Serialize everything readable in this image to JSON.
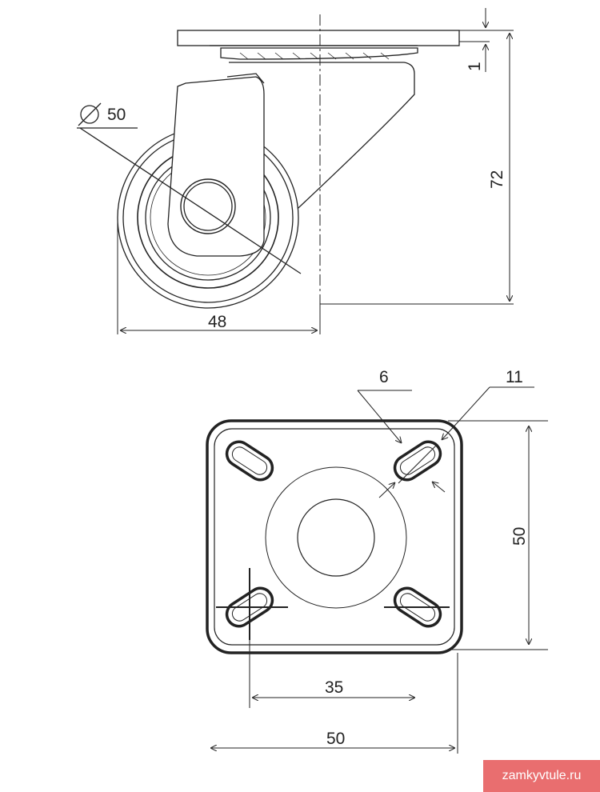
{
  "side_view": {
    "dim_wheel_diameter": "50",
    "dim_width": "48",
    "dim_height": "72",
    "dim_plate_thickness": "1"
  },
  "top_view": {
    "dim_slot_width": "6",
    "dim_slot_length": "11",
    "dim_plate_height": "50",
    "dim_hole_spacing": "35",
    "dim_plate_width": "50"
  },
  "watermark": "zamkyvtule.ru",
  "colors": {
    "line": "#222222",
    "watermark_bg": "#e96e6f"
  }
}
